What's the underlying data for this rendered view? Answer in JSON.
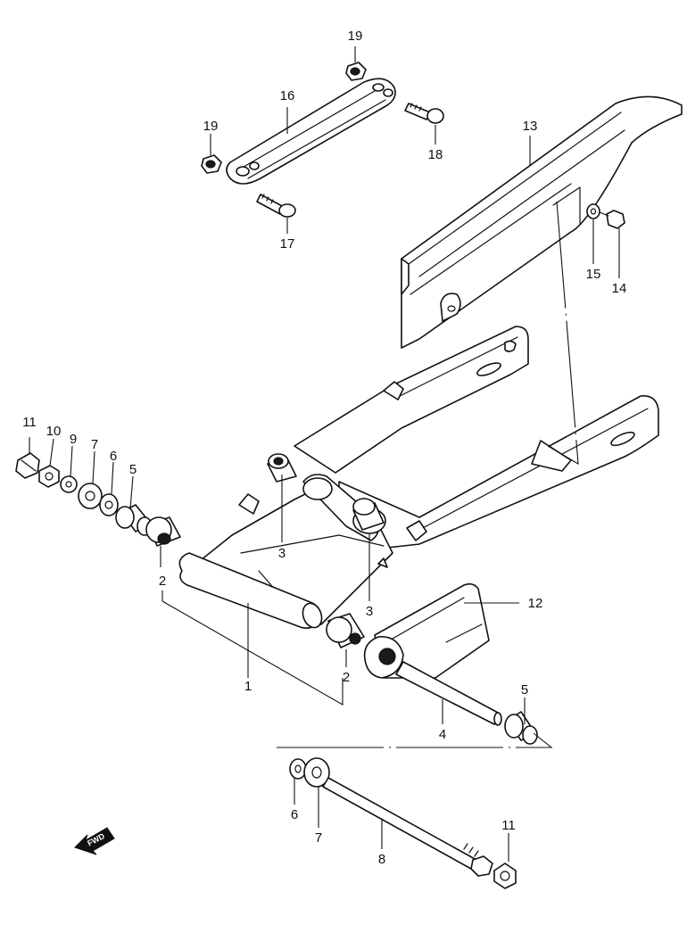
{
  "diagram": {
    "labels": {
      "l1": "1",
      "l2a": "2",
      "l2b": "2",
      "l3a": "3",
      "l3b": "3",
      "l4": "4",
      "l5a": "5",
      "l5b": "5",
      "l6a": "6",
      "l6b": "6",
      "l7a": "7",
      "l7b": "7",
      "l8": "8",
      "l9": "9",
      "l10": "10",
      "l11a": "11",
      "l11b": "11",
      "l12": "12",
      "l13": "13",
      "l14": "14",
      "l15": "15",
      "l16": "16",
      "l17": "17",
      "l18": "18",
      "l19a": "19",
      "l19b": "19"
    },
    "fwd_label": "FWD",
    "fwd_icon": "forward-arrow-icon"
  }
}
